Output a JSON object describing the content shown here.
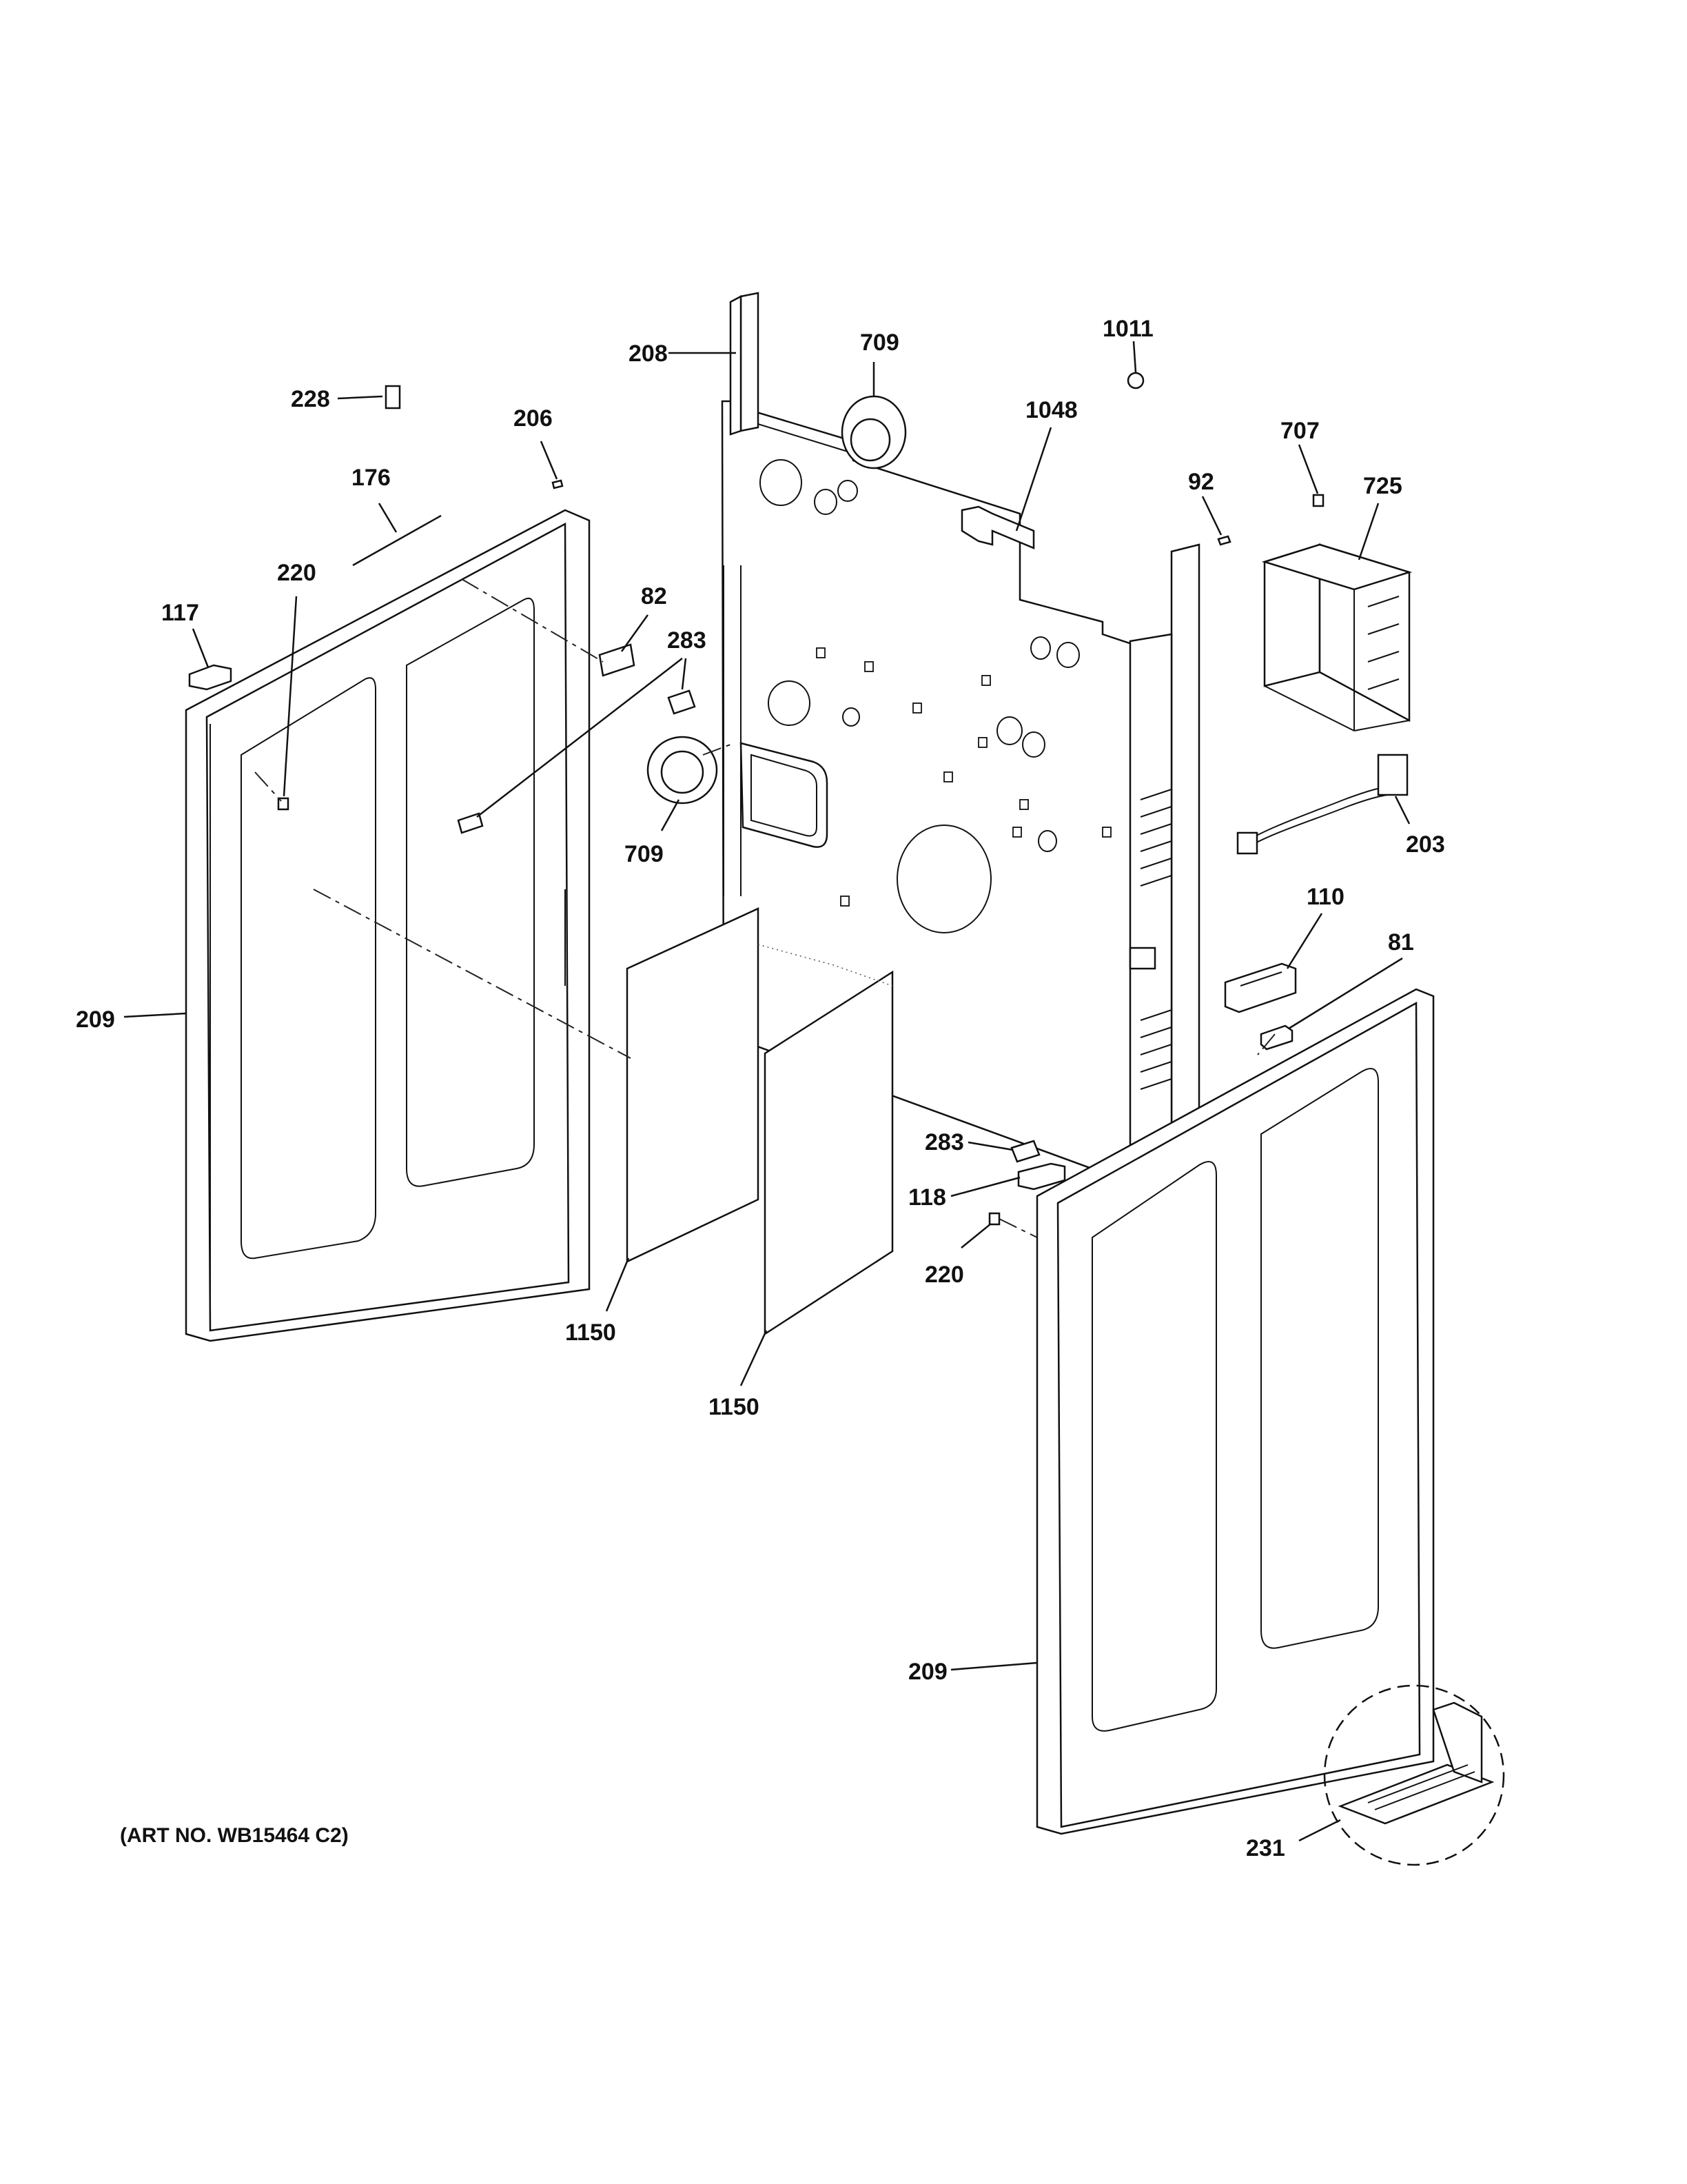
{
  "diagram": {
    "art_number": "(ART NO. WB15464 C2)",
    "callouts": [
      {
        "id": "c208",
        "text": "208"
      },
      {
        "id": "c709a",
        "text": "709"
      },
      {
        "id": "c1011",
        "text": "1011"
      },
      {
        "id": "c228",
        "text": "228"
      },
      {
        "id": "c206",
        "text": "206"
      },
      {
        "id": "c1048",
        "text": "1048"
      },
      {
        "id": "c707",
        "text": "707"
      },
      {
        "id": "c92",
        "text": "92"
      },
      {
        "id": "c725",
        "text": "725"
      },
      {
        "id": "c176",
        "text": "176"
      },
      {
        "id": "c220a",
        "text": "220"
      },
      {
        "id": "c82",
        "text": "82"
      },
      {
        "id": "c117",
        "text": "117"
      },
      {
        "id": "c283a",
        "text": "283"
      },
      {
        "id": "c709b",
        "text": "709"
      },
      {
        "id": "c203",
        "text": "203"
      },
      {
        "id": "c110",
        "text": "110"
      },
      {
        "id": "c81",
        "text": "81"
      },
      {
        "id": "c209a",
        "text": "209"
      },
      {
        "id": "c283b",
        "text": "283"
      },
      {
        "id": "c118",
        "text": "118"
      },
      {
        "id": "c220b",
        "text": "220"
      },
      {
        "id": "c1150a",
        "text": "1150"
      },
      {
        "id": "c1150b",
        "text": "1150"
      },
      {
        "id": "c209b",
        "text": "209"
      },
      {
        "id": "c231",
        "text": "231"
      }
    ]
  }
}
